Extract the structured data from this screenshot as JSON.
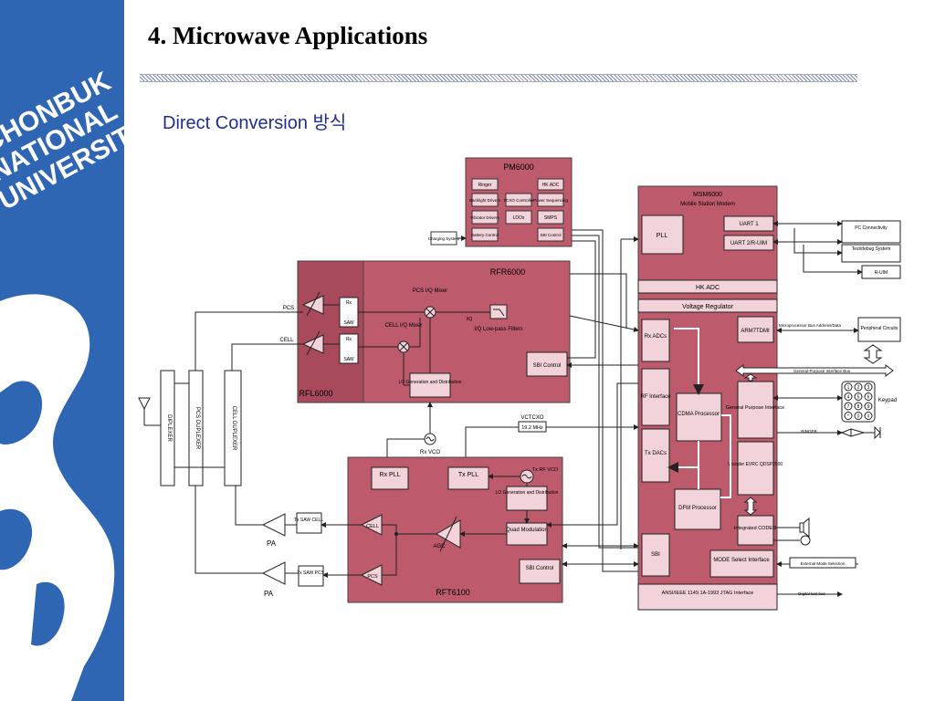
{
  "page": {
    "title": "4. Microwave Applications",
    "subtitle": "Direct Conversion 방식",
    "university_lines": [
      "CHONBUK",
      "NATIONAL",
      "UNIVERSITY"
    ]
  },
  "colors": {
    "block": "#bd5a6c",
    "block_dark": "#a84a5c",
    "inner": "#f2d3d9",
    "sidebar": "#2f66b3",
    "line": "#222222"
  },
  "diagram": {
    "pm": {
      "title": "PM6000",
      "items": [
        "Ringer",
        "HK ADC",
        "Backlight Drivers",
        "TCXO Controller",
        "Power Sequencing",
        "Vibrator Drivers",
        "LDOs",
        "SMPS",
        "Battery Control",
        "SBI Control"
      ],
      "charging": "Charging System"
    },
    "rfr": {
      "title": "RFR6000",
      "mixer_pcs": "PCS I/Q Mixer",
      "mixer_cell": "CELL I/Q Mixer",
      "iq": "I/Q",
      "lpf": "I/Q Low-pass Filters",
      "lo": "LO Generation and Distribution",
      "sbi": "SBI Control",
      "rfl": "RFL6000",
      "rx_pcs": "Rx",
      "rx_cell": "Rx",
      "saw1": "SAW",
      "saw2": "SAW"
    },
    "front": {
      "pcs": "PCS",
      "cell": "CELL",
      "diplexer": "DIPLEXER",
      "pcs_duplexer": "PCS DUPLEXER",
      "cell_duplexer": "CELL DUPLEXER",
      "rx_vco": "Rx VCO",
      "vctcxo": "VCTCXO",
      "freq": "19.2 MHz"
    },
    "rft": {
      "title": "RFT6100",
      "rx_pll": "Rx PLL",
      "tx_pll": "Tx PLL",
      "tx_vco": "Tx RF VCO",
      "lo": "LO Generation and Distribution",
      "quad": "Quad Modulation",
      "agc": "AGC",
      "cell": "CELL",
      "pcs": "PCS",
      "sbi": "SBI Control",
      "tx_saw_cell": "Tx SAW CELL",
      "tx_saw_pcs": "Tx SAW PCS",
      "pa1": "PA",
      "pa2": "PA"
    },
    "msm": {
      "title": "MSM6000",
      "subtitle": "Mobile Station Modem",
      "pll": "PLL",
      "uart1": "UART 1",
      "uart2": "UART 2/R-UIM",
      "hk_adc": "HK ADC",
      "vreg": "Voltage Regulator",
      "rx_adcs": "Rx ADCs",
      "arm": "ARM7TDMI",
      "rf_if": "RF Interface",
      "cdma": "CDMA Processor",
      "gpi": "General Purpose Interface",
      "tx_dacs": "Tx DACs",
      "dfm": "DFM Processor",
      "vocoder": "Vocoder EVRC QDSP2000",
      "codec": "Integrated CODEC",
      "sbi": "SBI",
      "mode": "MODE Select Interface",
      "jtag": "ANSI/IEEE 1149.1A-1993 JTAG Interface"
    },
    "ext": {
      "pc": "PC Connectivity",
      "debug": "Test/debug System",
      "ruim": "R-UIM",
      "mpbus": "Microprocessor Bus Address/Data",
      "periph": "Peripheral Circuits",
      "gp_bus": "General-Purpose Interface Bus",
      "keypad": "Keypad",
      "ringer": "RINGER",
      "ext_mode": "External Mode Selection",
      "digital_test": "Digital test bus"
    },
    "keys": [
      "1",
      "2",
      "3",
      "4",
      "5",
      "6",
      "7",
      "8",
      "9",
      "*",
      "0",
      "#"
    ]
  }
}
